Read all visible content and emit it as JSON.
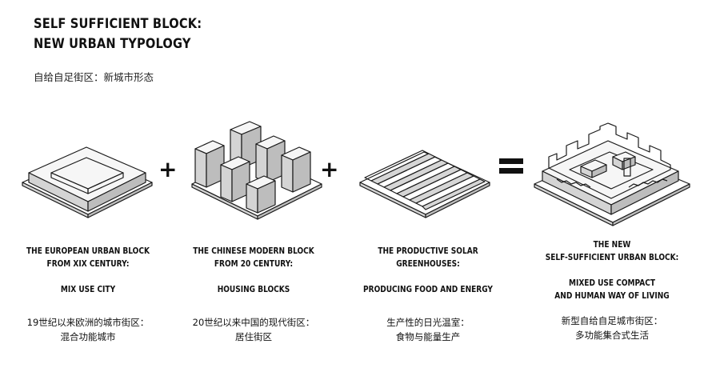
{
  "header": {
    "title_line1": "SELF SUFFICIENT BLOCK:",
    "title_line2": "NEW URBAN TYPOLOGY",
    "subtitle": "自给自足街区：新城市形态"
  },
  "operators": {
    "plus": "+"
  },
  "columns": [
    {
      "title1": "THE EUROPEAN URBAN BLOCK",
      "title2": "FROM XIX CENTURY:",
      "desc1": "MIX USE CITY",
      "desc2": "",
      "cn1": "19世纪以来欧洲的城市街区：",
      "cn2": "混合功能城市"
    },
    {
      "title1": "THE CHINESE MODERN BLOCK",
      "title2": "FROM 20 CENTURY:",
      "desc1": "HOUSING BLOCKS",
      "desc2": "",
      "cn1": "20世纪以来中国的现代街区：",
      "cn2": "居住街区"
    },
    {
      "title1": "THE PRODUCTIVE SOLAR",
      "title2": "GREENHOUSES:",
      "desc1": "PRODUCING FOOD AND ENERGY",
      "desc2": "",
      "cn1": "生产性的日光温室：",
      "cn2": "食物与能量生产"
    },
    {
      "title1": "THE NEW",
      "title2": "SELF-SUFFICIENT URBAN BLOCK:",
      "desc1": "MIXED USE COMPACT",
      "desc2": "AND HUMAN WAY OF LIVING",
      "cn1": "新型自给自足城市街区：",
      "cn2": "多功能集合式生活"
    }
  ]
}
